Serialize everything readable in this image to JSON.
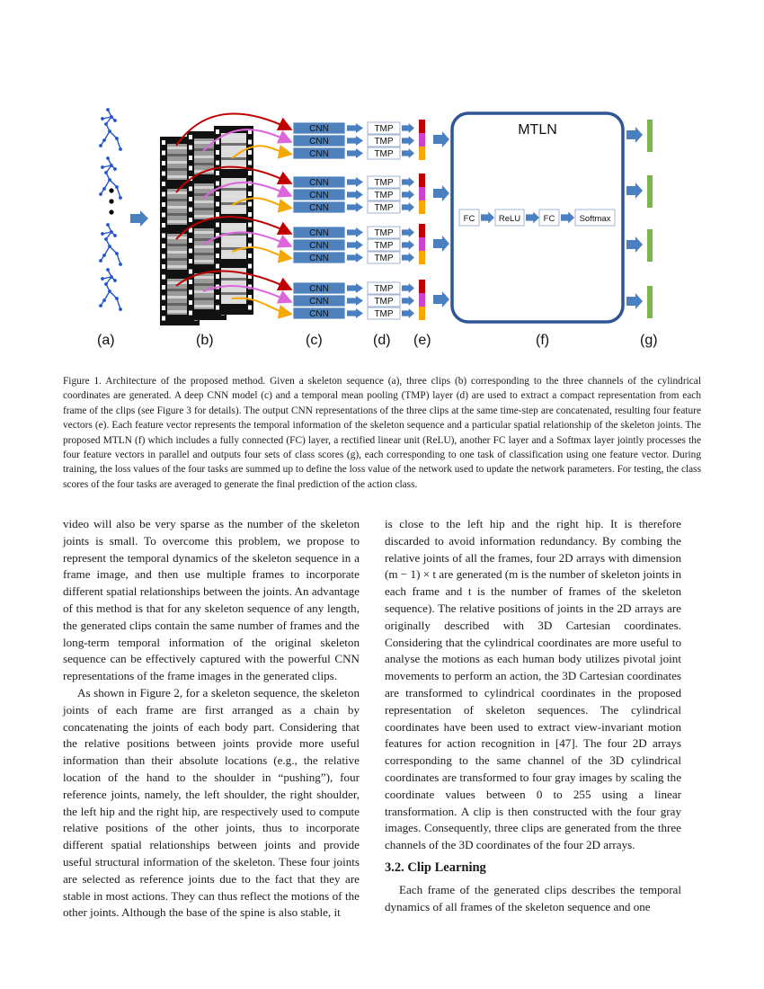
{
  "figure": {
    "mtln_title": "MTLN",
    "cnn_label": "CNN",
    "tmp_label": "TMP",
    "fc_label": "FC",
    "relu_label": "ReLU",
    "softmax_label": "Softmax",
    "panel_labels": [
      "(a)",
      "(b)",
      "(c)",
      "(d)",
      "(e)",
      "(f)",
      "(g)"
    ],
    "colors": {
      "skeleton": "#2255cc",
      "arrow_blue": "#4a7fc1",
      "cnn_fill": "#4f81bd",
      "red": "#c00000",
      "magenta": "#cc44cc",
      "orange": "#f5a800",
      "green": "#7ab648",
      "mtln_border": "#2f5597"
    }
  },
  "caption": "Figure 1. Architecture of the proposed method. Given a skeleton sequence (a), three clips (b) corresponding to the three channels of the cylindrical coordinates are generated. A deep CNN model (c) and a temporal mean pooling (TMP) layer (d) are used to extract a compact representation from each frame of the clips (see Figure 3 for details). The output CNN representations of the three clips at the same time-step are concatenated, resulting four feature vectors (e). Each feature vector represents the temporal information of the skeleton sequence and a particular spatial relationship of the skeleton joints. The proposed MTLN (f) which includes a fully connected (FC) layer, a rectified linear unit (ReLU), another FC layer and a Softmax layer jointly processes the four feature vectors in parallel and outputs four sets of class scores (g), each corresponding to one task of classification using one feature vector. During training, the loss values of the four tasks are summed up to define the loss value of the network used to update the network parameters. For testing, the class scores of the four tasks are averaged to generate the final prediction of the action class.",
  "left_column": {
    "p1": "video will also be very sparse as the number of the skeleton joints is small. To overcome this problem, we propose to represent the temporal dynamics of the skeleton sequence in a frame image, and then use multiple frames to incorporate different spatial relationships between the joints. An advantage of this method is that for any skeleton sequence of any length, the generated clips contain the same number of frames and the long-term temporal information of the original skeleton sequence can be effectively captured with the powerful CNN representations of the frame images in the generated clips.",
    "p2": "As shown in Figure 2, for a skeleton sequence, the skeleton joints of each frame are first arranged as a chain by concatenating the joints of each body part. Considering that the relative positions between joints provide more useful information than their absolute locations (e.g., the relative location of the hand to the shoulder in “pushing”), four reference joints, namely, the left shoulder, the right shoulder, the left hip and the right hip, are respectively used to compute relative positions of the other joints, thus to incorporate different spatial relationships between joints and provide useful structural information of the skeleton. These four joints are selected as reference joints due to the fact that they are stable in most actions. They can thus reflect the motions of the other joints. Although the base of the spine is also stable, it"
  },
  "right_column": {
    "p1": "is close to the left hip and the right hip. It is therefore discarded to avoid information redundancy. By combing the relative joints of all the frames, four 2D arrays with dimension (m − 1) × t are generated (m is the number of skeleton joints in each frame and t is the number of frames of the skeleton sequence). The relative positions of joints in the 2D arrays are originally described with 3D Cartesian coordinates. Considering that the cylindrical coordinates are more useful to analyse the motions as each human body utilizes pivotal joint movements to perform an action, the 3D Cartesian coordinates are transformed to cylindrical coordinates in the proposed representation of skeleton sequences. The cylindrical coordinates have been used to extract view-invariant motion features for action recognition in [47]. The four 2D arrays corresponding to the same channel of the 3D cylindrical coordinates are transformed to four gray images by scaling the coordinate values between 0 to 255 using a linear transformation. A clip is then constructed with the four gray images. Consequently, three clips are generated from the three channels of the 3D coordinates of the four 2D arrays.",
    "heading": "3.2. Clip Learning",
    "p2": "Each frame of the generated clips describes the temporal dynamics of all frames of the skeleton sequence and one"
  }
}
